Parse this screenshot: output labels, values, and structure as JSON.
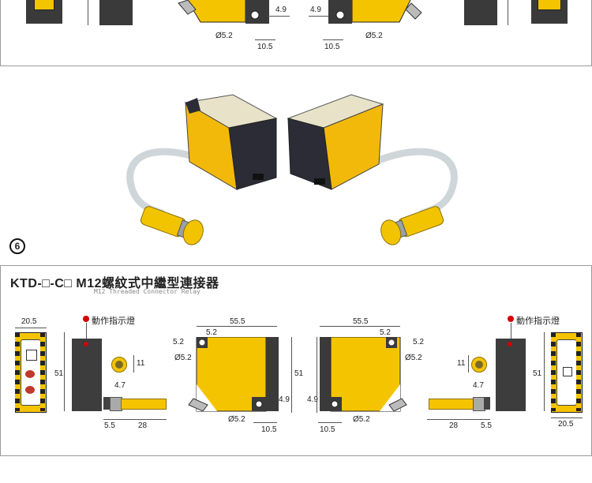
{
  "top_section": {
    "labels": {
      "phi_left": "Ø5.2",
      "dim_10_5_left": "10.5",
      "dim_4_9_left": "4.9",
      "dim_4_9_right": "4.9",
      "dim_10_5_right": "10.5",
      "phi_right": "Ø5.2"
    }
  },
  "photo_section": {
    "index": "6"
  },
  "spec": {
    "title": "KTD-□-C□ M12螺紋式中繼型連接器",
    "subtitle": "M12 Threaded Connector Relay",
    "led_label": "動作指示燈",
    "dims": {
      "w20_5": "20.5",
      "h51": "51",
      "d11": "11",
      "d4_7": "4.7",
      "d5_5": "5.5",
      "d28": "28",
      "w55_5": "55.5",
      "d5_2": "5.2",
      "phi5_2": "Ø5.2",
      "d4_9": "4.9",
      "d10_5": "10.5"
    }
  },
  "colors": {
    "sensor_yellow": "#f5c400",
    "housing_dark": "#3a3a3a",
    "led_red": "#d40000",
    "frame_grey": "#9a9a9a"
  }
}
